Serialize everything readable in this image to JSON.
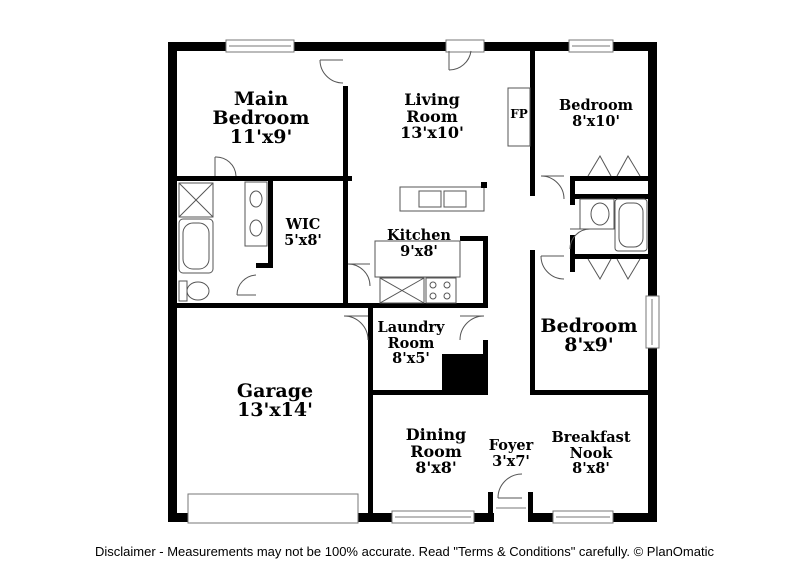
{
  "rooms": {
    "main_bedroom": {
      "name_1": "Main",
      "name_2": "Bedroom",
      "size": "11'x9'"
    },
    "living_room": {
      "name_1": "Living",
      "name_2": "Room",
      "size": "13'x10'"
    },
    "bedroom_1": {
      "name": "Bedroom",
      "size": "8'x10'"
    },
    "wic": {
      "name": "WIC",
      "size": "5'x8'"
    },
    "kitchen": {
      "name": "Kitchen",
      "size": "9'x8'"
    },
    "laundry_room": {
      "name_1": "Laundry",
      "name_2": "Room",
      "size": "8'x5'"
    },
    "bedroom_2": {
      "name": "Bedroom",
      "size": "8'x9'"
    },
    "garage": {
      "name": "Garage",
      "size": "13'x14'"
    },
    "dining_room": {
      "name_1": "Dining",
      "name_2": "Room",
      "size": "8'x8'"
    },
    "foyer": {
      "name": "Foyer",
      "size": "3'x7'"
    },
    "breakfast_nook": {
      "name_1": "Breakfast",
      "name_2": "Nook",
      "size": "8'x8'"
    }
  },
  "fireplace_label": "FP",
  "disclaimer": "Disclaimer - Measurements may not be 100% accurate. Read \"Terms & Conditions\" carefully. © PlanOmatic"
}
